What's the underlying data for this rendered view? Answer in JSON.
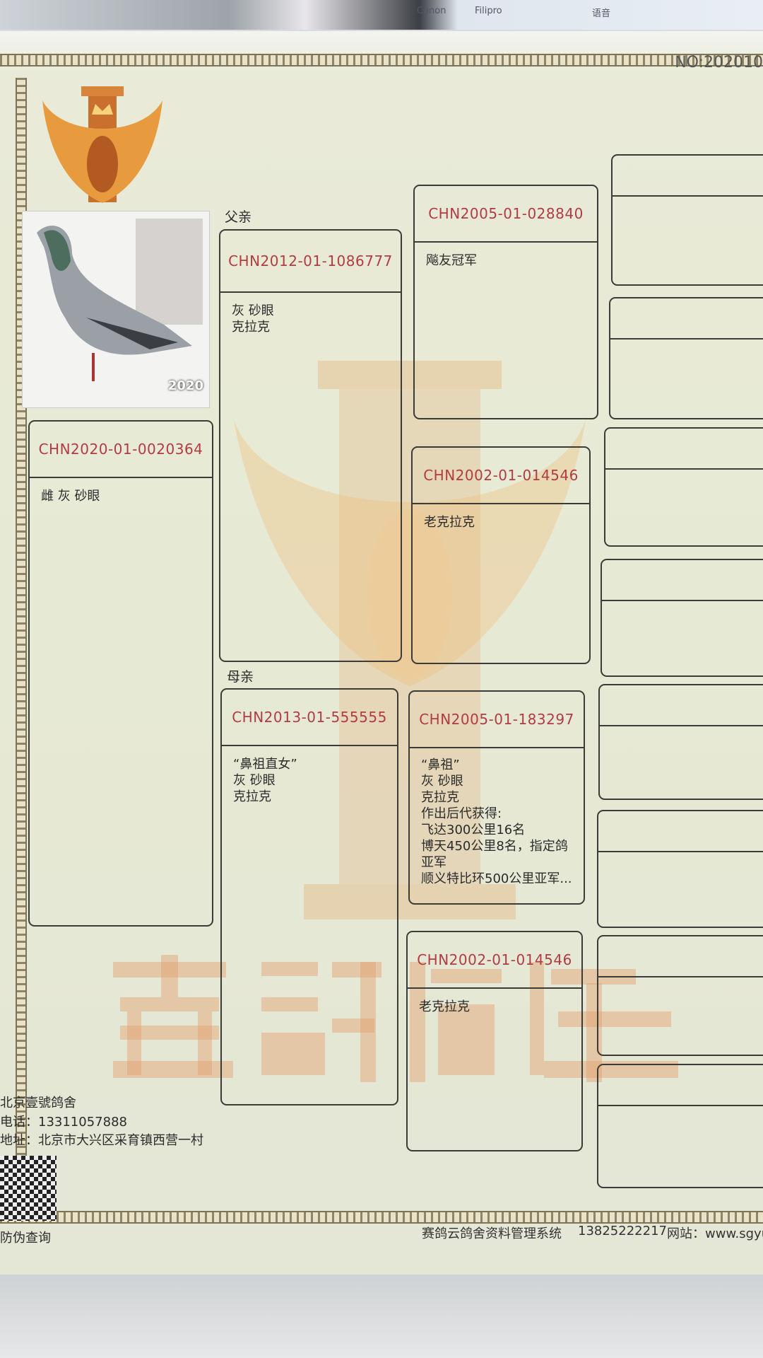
{
  "background_labels": [
    "Canon",
    "Filipro",
    "语音"
  ],
  "certificate": {
    "number": "NO:202010",
    "subject": {
      "ring": "CHN2020-01-0020364",
      "details": "雌  灰  砂眼"
    },
    "father_label": "父亲",
    "mother_label": "母亲",
    "father": {
      "ring": "CHN2012-01-1086777",
      "details": "灰  砂眼\n克拉克"
    },
    "mother": {
      "ring": "CHN2013-01-555555",
      "details": "“鼻祖直女”\n灰  砂眼\n克拉克"
    },
    "grandparents": [
      {
        "ring": "CHN2005-01-028840",
        "details": "飚友冠军"
      },
      {
        "ring": "CHN2002-01-014546",
        "details": "老克拉克"
      },
      {
        "ring": "CHN2005-01-183297",
        "details": "“鼻祖”\n灰  砂眼\n克拉克\n作出后代获得:\n飞达300公里16名\n博天450公里8名，指定鸽\n亚军\n顺义特比环500公里亚军..."
      },
      {
        "ring": "CHN2002-01-014546",
        "details": "老克拉克"
      }
    ],
    "photo_year": "2020",
    "watermark": "壹號鸽舍",
    "loft_name": "北京壹號鸽舍",
    "phone": "电话：13311057888",
    "address": "地址：北京市大兴区采育镇西营一村",
    "qr_caption": "防伪查询",
    "footer_system": "赛鸽云鸽舍资料管理系统",
    "footer_phone": "13825222217",
    "footer_site": "网站：www.sgyu"
  },
  "colors": {
    "ring_text": "#b13c43",
    "paper": "#e6e9d3",
    "watermark": "#e2a06e"
  }
}
